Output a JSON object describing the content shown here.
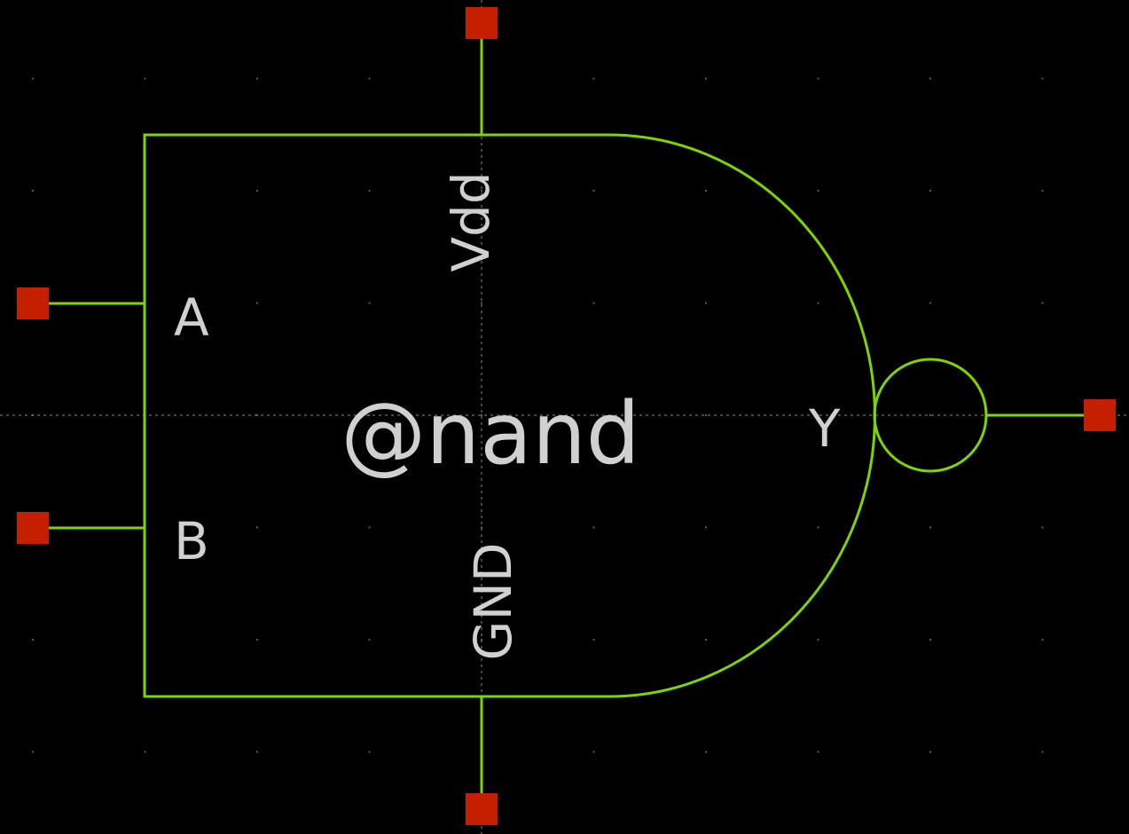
{
  "symbol": {
    "name_label": "@nand",
    "pins": {
      "input_a": "A",
      "input_b": "B",
      "output_y": "Y",
      "supply": "Vdd",
      "ground": "GND"
    }
  },
  "colors": {
    "background": "#000000",
    "outline": "#7fd400",
    "pin_marker": "#c42000",
    "text": "#d0d0d0",
    "grid": "#5a5a5a",
    "origin_axes": "#8a8a8a"
  },
  "grid_visible": true
}
